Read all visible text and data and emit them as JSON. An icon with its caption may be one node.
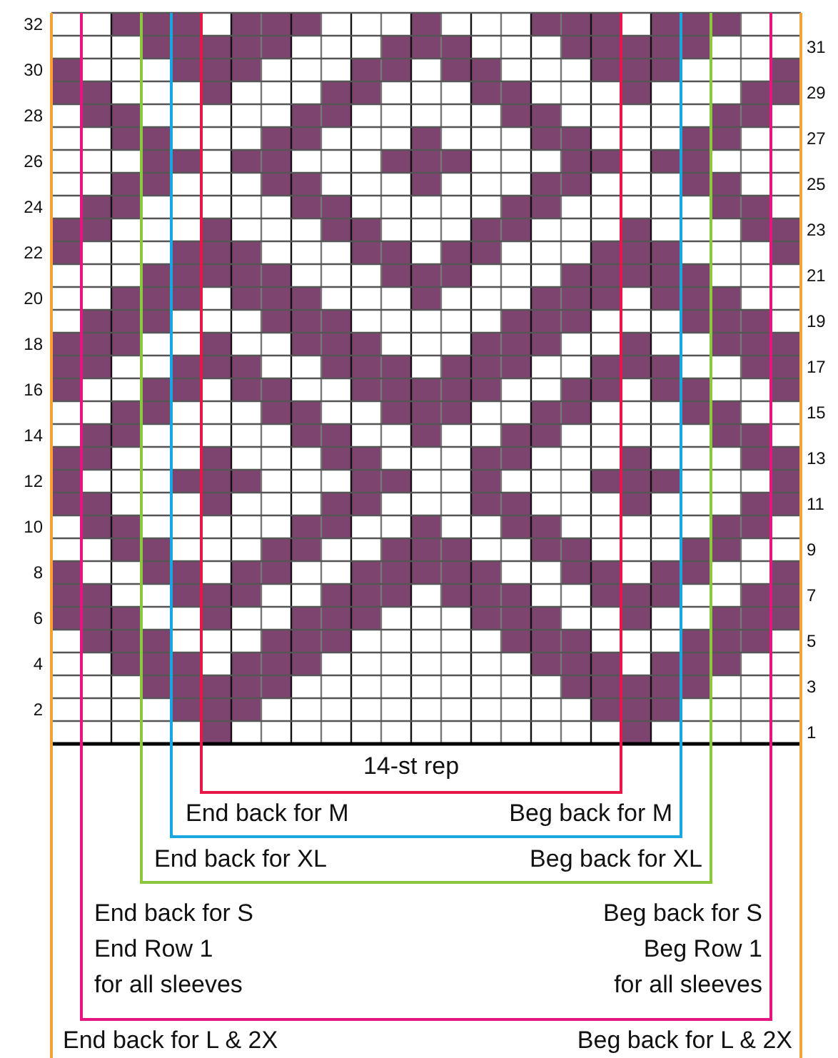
{
  "diagram": {
    "labels": [
      "32",
      "31",
      "30",
      "29",
      "28",
      "27",
      "26",
      "25",
      "24",
      "23",
      "22",
      "21",
      "20",
      "19",
      "18",
      "17",
      "16",
      "15",
      "14",
      "13",
      "12",
      "11",
      "10",
      "9",
      "8",
      "7",
      "6",
      "5",
      "4",
      "3",
      "2",
      "1",
      "14-st rep",
      "End back for M",
      "Beg back for M",
      "End back for XL",
      "Beg back for XL",
      "End back for S",
      "Beg back for S",
      "End Row 1",
      "Beg Row 1",
      "for all sleeves",
      "for all sleeves",
      "End back for L & 2X",
      "Beg back for L & 2X"
    ]
  }
}
